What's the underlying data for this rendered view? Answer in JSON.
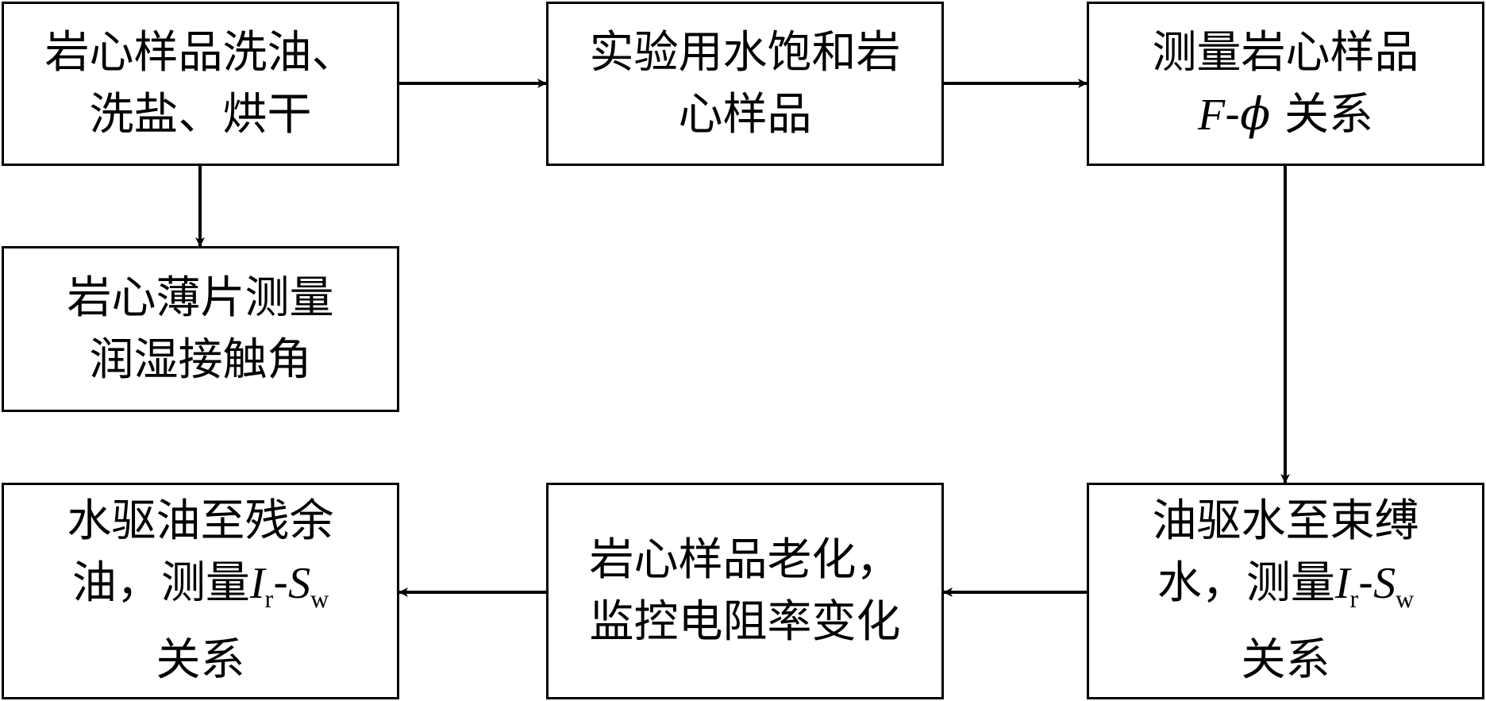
{
  "nodes": {
    "clean": {
      "lines": [
        "岩心样品洗油、",
        "洗盐、烘干"
      ]
    },
    "saturate": {
      "lines": [
        "实验用水饱和岩",
        "心样品"
      ]
    },
    "measure_f": {
      "line1": "测量岩心样品",
      "var_f": "F",
      "dash": "-",
      "var_phi": "ϕ",
      "suffix": " 关系"
    },
    "thin_section": {
      "lines": [
        "岩心薄片测量",
        "润湿接触角"
      ]
    },
    "oil_drive": {
      "line1": "油驱水至束缚",
      "line2_prefix": "水，测量",
      "var_i": "I",
      "sub_r": "r",
      "dash": "-",
      "var_s": "S",
      "sub_w": "w",
      "line3": "关系"
    },
    "aging": {
      "lines": [
        "岩心样品老化，",
        "监控电阻率变化"
      ]
    },
    "water_drive": {
      "line1": "水驱油至残余",
      "line2_prefix": "油，测量",
      "var_i": "I",
      "sub_r": "r",
      "dash": "-",
      "var_s": "S",
      "sub_w": "w",
      "line3": "关系"
    }
  },
  "colors": {
    "stroke": "#000000",
    "fill": "#ffffff"
  }
}
